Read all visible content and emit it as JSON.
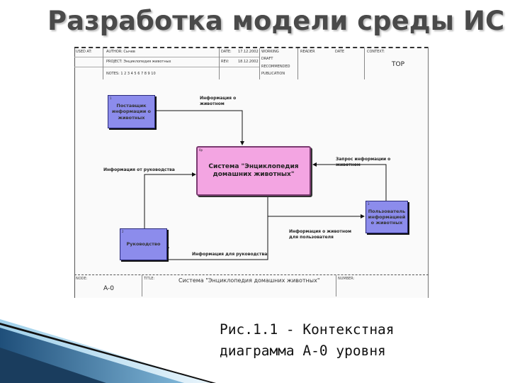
{
  "slide": {
    "title": "Разработка модели среды ИС"
  },
  "diagram_header": {
    "used_at": "USED AT:",
    "author": "AUTHOR: Сычев",
    "project": "PROJECT: Энциклопедия животных",
    "notes": "NOTES: 1 2 3 4 5 6 7 8 9 10",
    "date_label": "DATE:",
    "date_value": "17.12.2002",
    "rev_label": "REV:",
    "rev_value": "18.12.2002",
    "working": "WORKING",
    "draft": "DRAFT",
    "recommended": "RECOMMENDED",
    "publication": "PUBLICATION",
    "reader": "READER",
    "date2": "DATE",
    "context": "CONTEXT:",
    "top": "TOP"
  },
  "diagram": {
    "main_box": "Система \"Энциклопедия домашних животных\"",
    "main_box_num": "0р",
    "supplier_box": "Поставщик информации о животных",
    "supplier_num": "1",
    "user_box": "Пользователь информацией о животных",
    "user_num": "3",
    "management_box": "Руководство",
    "management_num": "2",
    "arrow_info_animals": "Информация о животном",
    "arrow_info_from_mgmt": "Информация от руководства",
    "arrow_request": "Запрос информации о животном",
    "arrow_info_for_user": "Информация о животном для пользователя",
    "arrow_info_for_mgmt": "Информация для руководства"
  },
  "footer": {
    "node_label": "NODE:",
    "node_value": "A-0",
    "title_label": "TITLE:",
    "title_value": "Система \"Энциклопедия домашних животных\"",
    "number_label": "NUMBER:"
  },
  "caption": {
    "line1": "Рис.1.1 - Контекстная",
    "line2": "диаграмма А-0 уровня"
  }
}
